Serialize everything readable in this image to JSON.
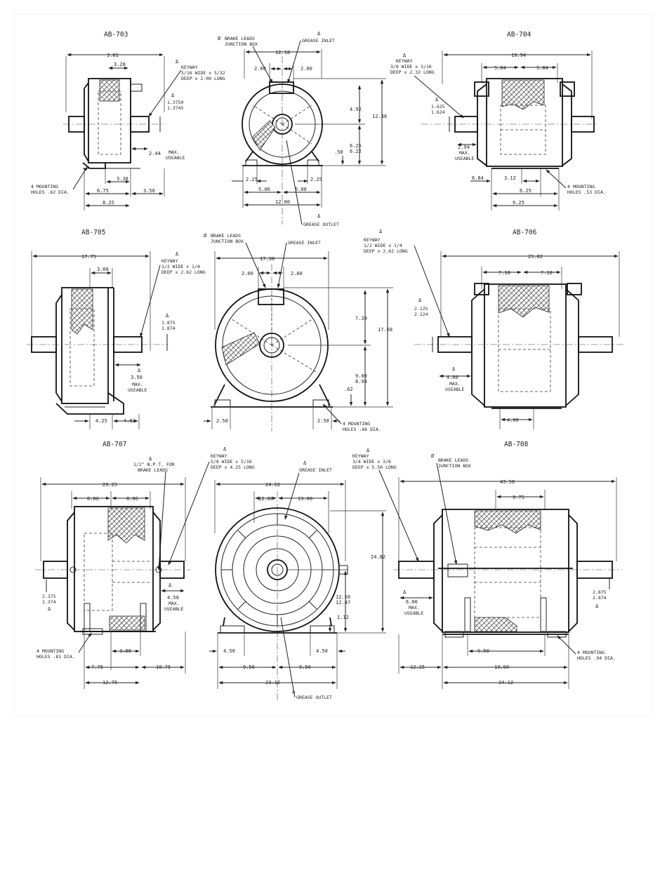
{
  "drawings": {
    "ab703": {
      "title": "AB-703",
      "overall": "3.81",
      "d1": "3.28",
      "keyway": [
        "KEYWAY",
        "5/16 WIDE x 5/32",
        "DEEP x 2.00 LONG"
      ],
      "shaft_dia": [
        "1.3750",
        "1.3745"
      ],
      "useable": "2.44",
      "useable_note": [
        "MAX.",
        "USEABLE"
      ],
      "holes": [
        "4 MOUNTING",
        "HOLES .62 DIA."
      ],
      "d338": "3.38",
      "d675": "6.75",
      "d356": "3.56",
      "d825": "8.25"
    },
    "ab703f": {
      "brake_leads": [
        "BRAKE LEADS",
        "JUNCTION BOX"
      ],
      "grease_inlet": "GREASE INLET",
      "w1218": "12.18",
      "l200": "2.00",
      "r200": "2.00",
      "h492": "4.92",
      "h1238": "12.38",
      "h625": [
        "6.25",
        "6.22"
      ],
      "h50": ".50",
      "b225l": "2.25",
      "b225r": "2.25",
      "b500l": "5.00",
      "b500r": "5.00",
      "b1200": "12.00",
      "grease_outlet": "GREASE OUTLET"
    },
    "ab704": {
      "title": "AB-704",
      "overall": "19.94",
      "keyway": [
        "KEYWAY",
        "3/8 WIDE x 3/16",
        "DEEP x 2.32 LONG"
      ],
      "d584l": "5.84",
      "d584r": "5.84",
      "shaft_dia": [
        "1.625",
        "1.624"
      ],
      "useable": "2.94",
      "useable_note": [
        "MAX.",
        "USEABLE"
      ],
      "d684": "6.84",
      "d312": "3.12",
      "d625": "6.25",
      "d925": "9.25",
      "holes": [
        "4 MOUNTING",
        "HOLES .53 DIA."
      ]
    },
    "ab705": {
      "title": "AB-705",
      "overall": "17.75",
      "d366": "3.66",
      "keyway": [
        "KEYWAY",
        "1/2 WIDE x 1/4",
        "DEEP x 2.62 LONG"
      ],
      "shaft_dia": [
        "1.875",
        "1.874"
      ],
      "useable": "3.50",
      "useable_note": [
        "MAX.",
        "USEABLE"
      ],
      "d425": "4.25",
      "d462": "4.62"
    },
    "ab705f": {
      "brake_leads": [
        "BRAKE LEADS",
        "JUNCTION BOX"
      ],
      "grease_inlet": "GREASE INLET",
      "w1738": "17.38",
      "l200": "2.00",
      "r200": "2.00",
      "h739": "7.39",
      "h1768": "17.68",
      "h900": [
        "9.00",
        "8.94"
      ],
      "h62": ".62",
      "b250l": "2.50",
      "b250r": "2.50",
      "holes": [
        "4 MOUNTING",
        "HOLES .66 DIA."
      ]
    },
    "ab706": {
      "title": "AB-706",
      "overall": "25.82",
      "keyway": [
        "KEYWAY",
        "1/2 WIDE x 1/4",
        "DEEP x 2.62 LONG"
      ],
      "d718l": "7.18",
      "d718r": "7.18",
      "shaft_dia": [
        "2.125",
        "2.124"
      ],
      "useable": "4.00",
      "useable_note": [
        "MAX.",
        "USEABLE"
      ],
      "d400": "4.00"
    },
    "ab707": {
      "title": "AB-707",
      "npt": [
        "1/2\" N.P.T. FOR",
        "BRAKE LEADS"
      ],
      "overall": "29.25",
      "d806l": "8.06",
      "d806r": "8.06",
      "shaft_dia": [
        "2.375",
        "2.374"
      ],
      "useable": "4.50",
      "useable_note": [
        "MAX.",
        "USEABLE"
      ],
      "holes": [
        "4 MOUNTING",
        "HOLES .81 DIA."
      ],
      "d388": "3.88",
      "d775": "7.75",
      "d1075": "10.75",
      "d1275": "12.75"
    },
    "ab707f": {
      "keyway": [
        "KEYWAY",
        "5/8 WIDE x 5/16",
        "DEEP x 4.25 LONG"
      ],
      "grease_inlet": "GREASE INLET",
      "w2462": "24.62",
      "l1200": "12.00",
      "r1300": "13.00",
      "h2482": "24.82",
      "h1250": [
        "12.50",
        "12.47"
      ],
      "h112": "1.12",
      "b450l": "4.50",
      "b450r": "4.50",
      "b950l": "9.50",
      "b950r": "9.50",
      "b2312": "23.12",
      "grease_outlet": "GREASE OUTLET"
    },
    "ab708": {
      "title": "AB-708",
      "keyway": [
        "KEYWAY",
        "3/4 WIDE x 3/8",
        "DEEP x 5.50 LONG"
      ],
      "brake_leads": [
        "BRAKE LEADS",
        "JUNCTION BOX"
      ],
      "overall": "43.50",
      "d975": "9.75",
      "shaft_dia": [
        "2.875",
        "2.874"
      ],
      "useable": "6.00",
      "useable_note": [
        "MAX.",
        "USEABLE"
      ],
      "d950": "9.50",
      "d1225": "12.25",
      "d1900": "19.00",
      "d2412": "24.12",
      "holes": [
        "4 MOUNTING",
        "HOLES .94 DIA."
      ]
    }
  },
  "symbols": {
    "delta": "Δ",
    "phi": "Ø"
  }
}
